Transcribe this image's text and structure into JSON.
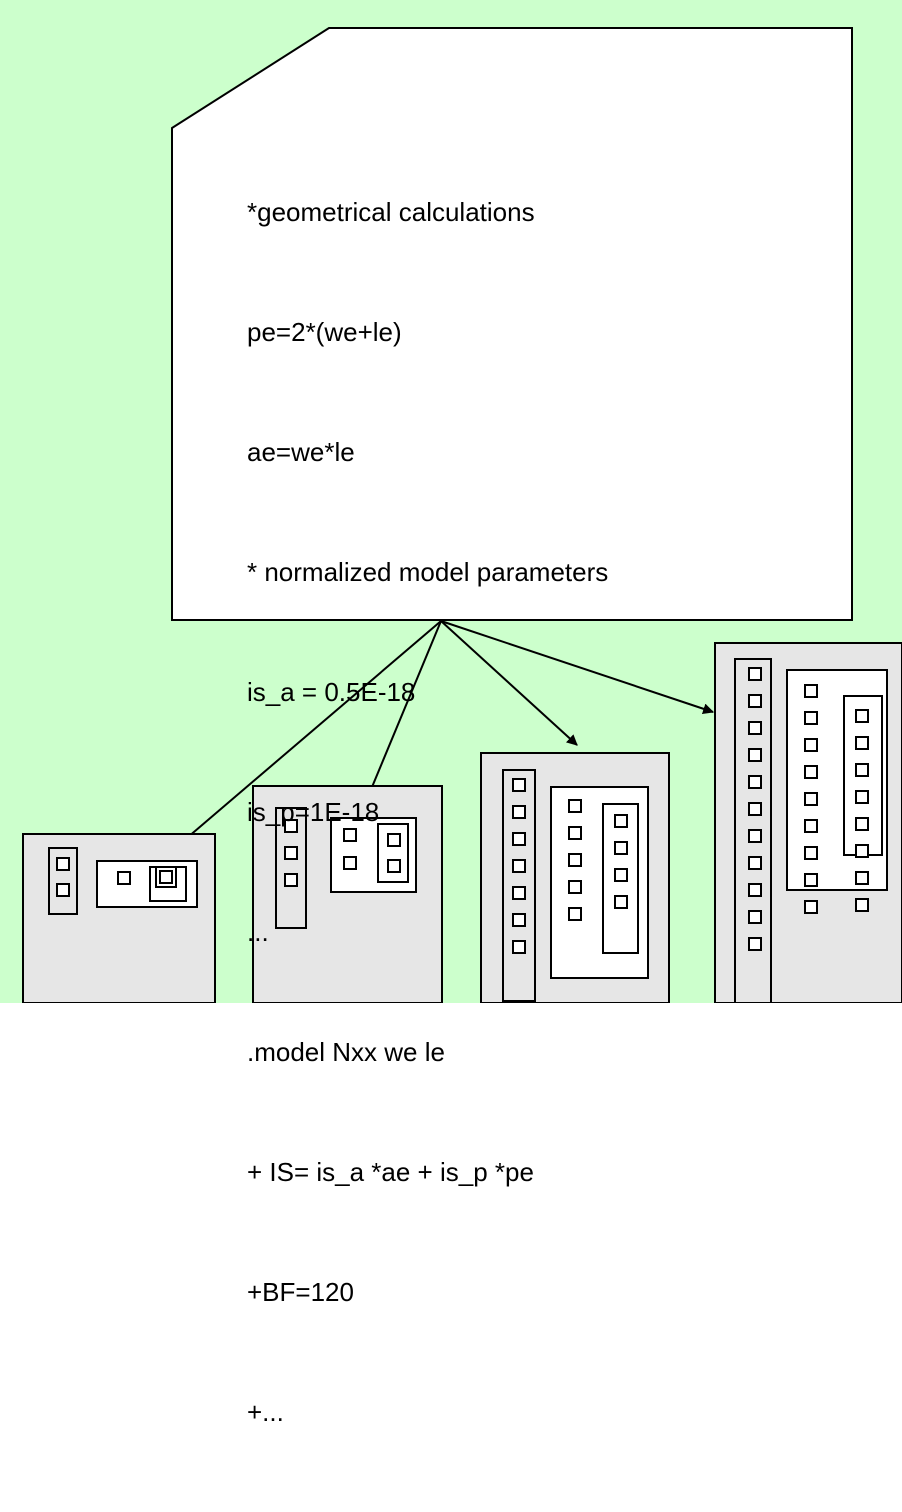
{
  "background_color": "#ccffcc",
  "device_fill_color": "#e6e6e6",
  "note": {
    "lines": [
      "*geometrical calculations",
      "pe=2*(we+le)",
      "ae=we*le",
      "* normalized model parameters",
      "is_a = 0.5E-18",
      "is_p=1E-18",
      "...",
      ".model Nxx we le",
      "+ IS= is_a *ae + is_p *pe",
      "+BF=120",
      "+..."
    ]
  },
  "devices": [
    {
      "name": "device-smallest",
      "left_contacts": 2,
      "middle_contacts": 1,
      "right_contacts": 1
    },
    {
      "name": "device-small",
      "left_contacts": 3,
      "middle_contacts": 2,
      "right_contacts": 2
    },
    {
      "name": "device-medium",
      "left_contacts": 7,
      "middle_contacts": 5,
      "right_contacts": 4
    },
    {
      "name": "device-large",
      "left_contacts": 11,
      "middle_contacts": 9,
      "right_contacts": 8
    }
  ]
}
